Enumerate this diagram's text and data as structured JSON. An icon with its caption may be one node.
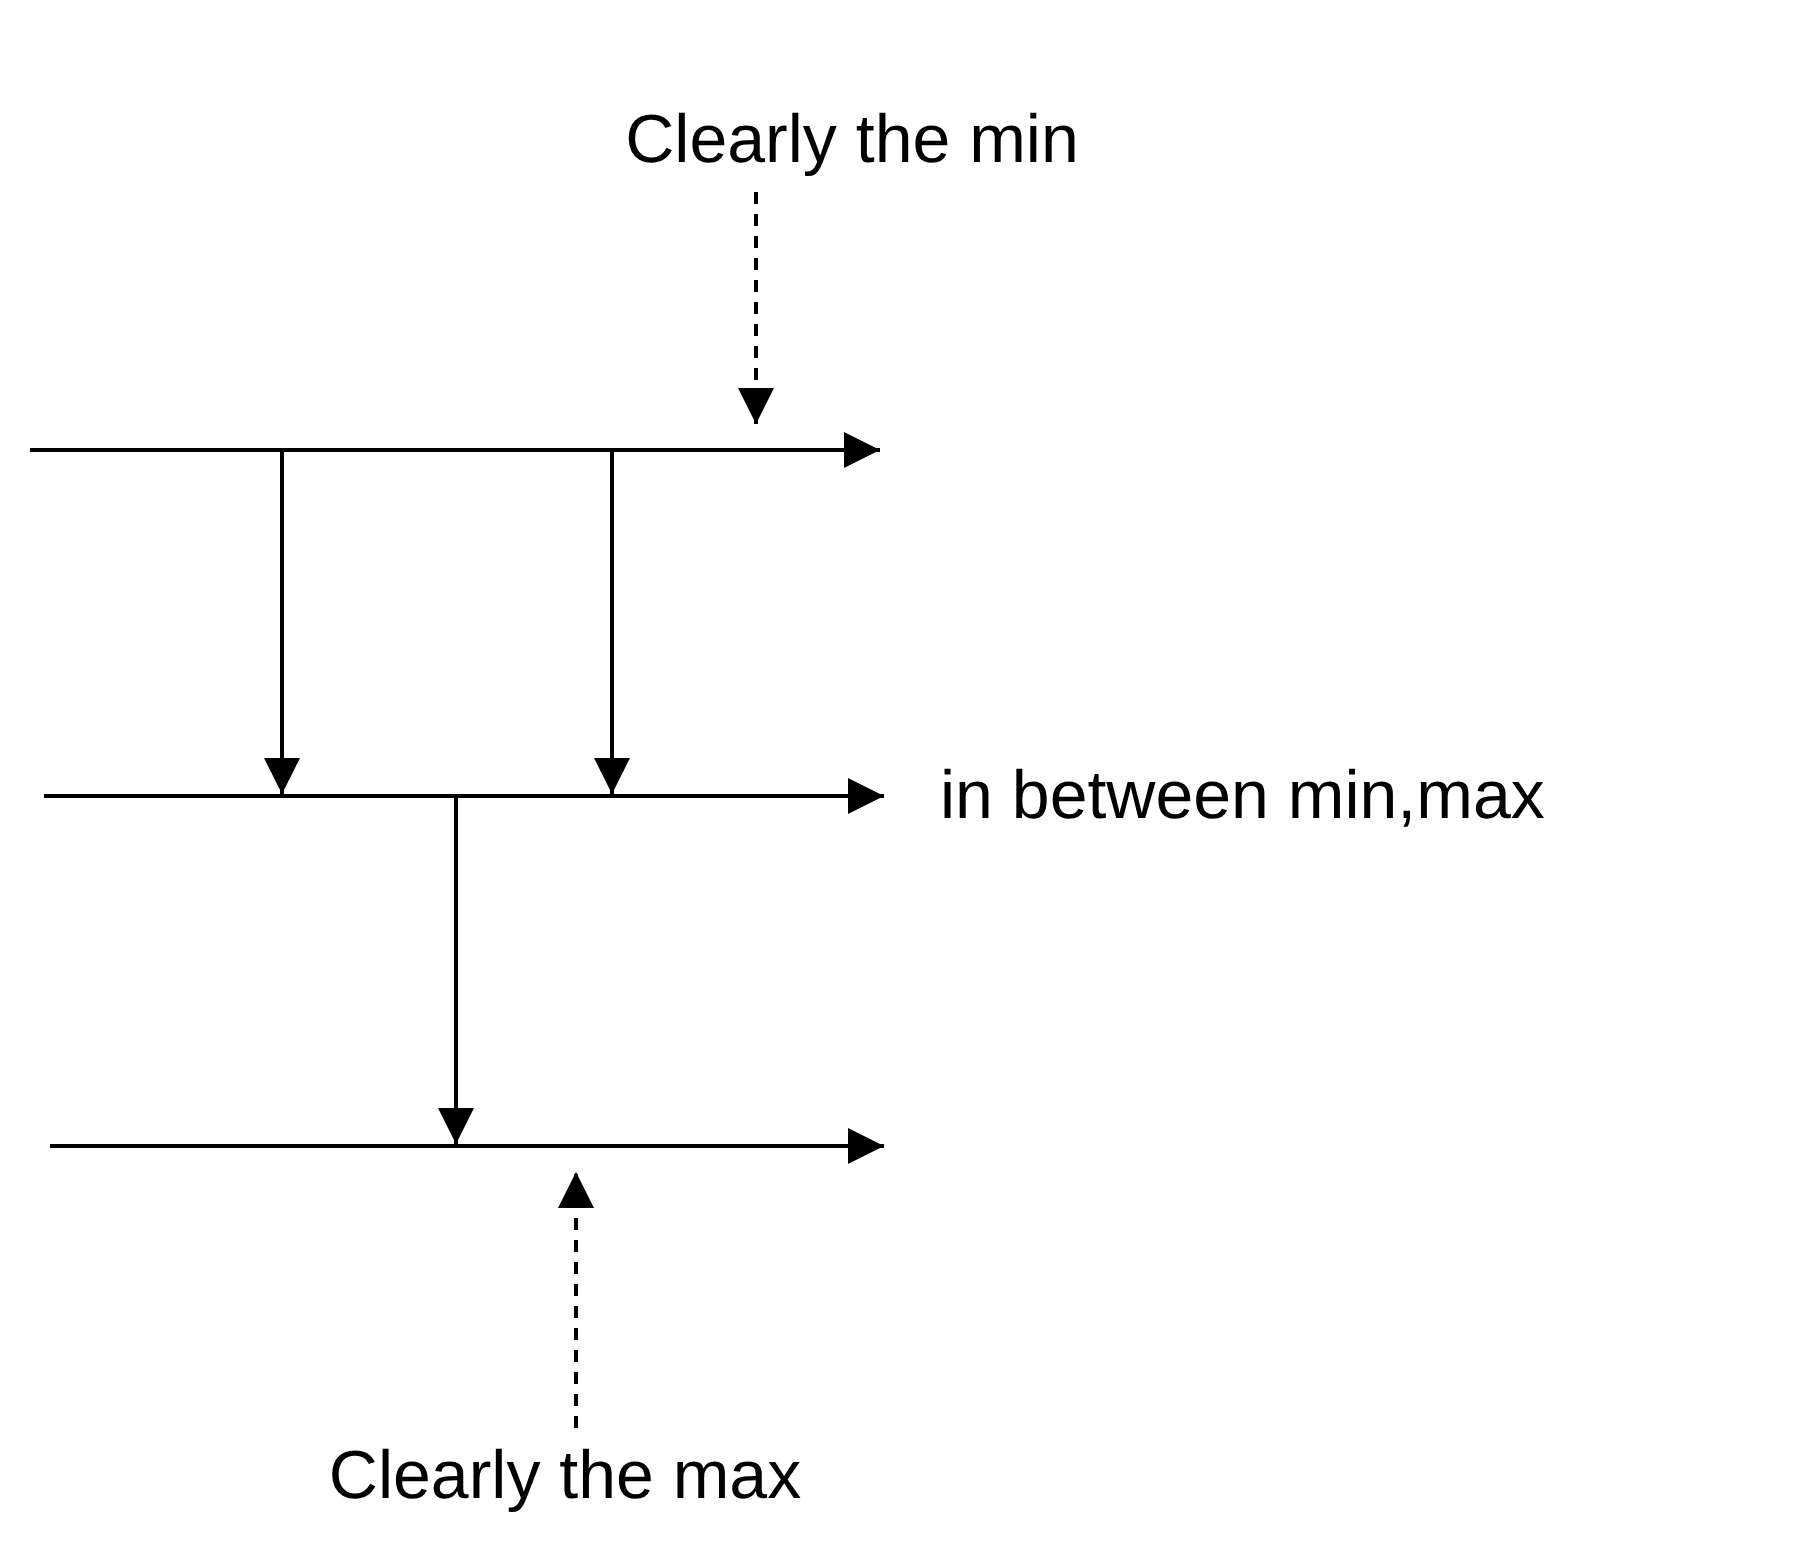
{
  "diagram": {
    "nodes": [
      {
        "text": [
          "Clearly the min"
        ]
      },
      {
        "text": [],
        "shape": "arrow"
      },
      {
        "text": [],
        "shape": "arrow",
        "beside": [
          "in between min,max"
        ]
      },
      {
        "text": [],
        "shape": "arrow"
      },
      {
        "text": [
          "Clearly the max"
        ]
      }
    ],
    "edges": [
      {
        "from": 0,
        "to": 1,
        "arrow": "to",
        "style": "dashed"
      },
      {
        "from": 1,
        "to": 2,
        "arrow": "to"
      },
      {
        "from": 1,
        "to": 2,
        "arrow": "to"
      },
      {
        "from": 2,
        "to": 3,
        "arrow": "to"
      },
      {
        "from": 4,
        "to": 3,
        "arrow": "to",
        "style": "dashed"
      }
    ]
  }
}
